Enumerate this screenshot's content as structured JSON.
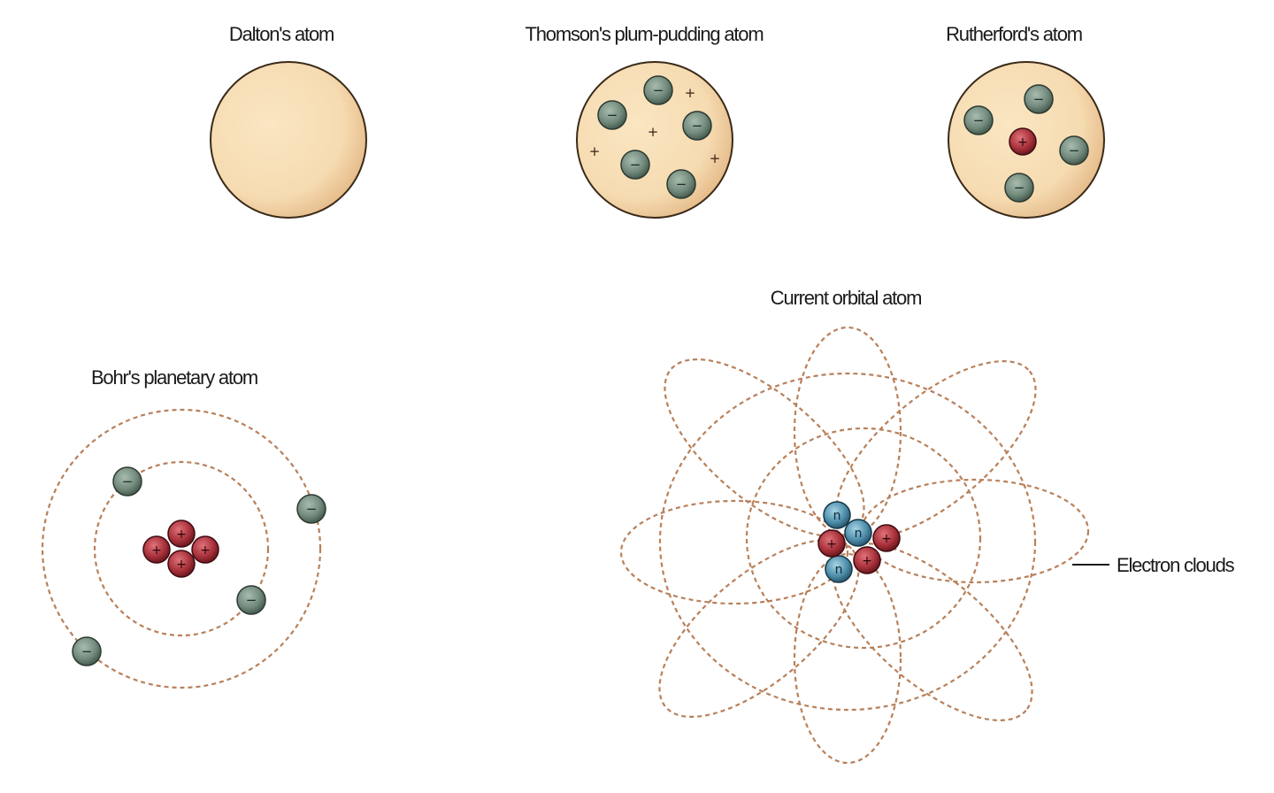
{
  "models": {
    "dalton": {
      "label": "Dalton's atom"
    },
    "thomson": {
      "label": "Thomson's plum-pudding atom"
    },
    "rutherford": {
      "label": "Rutherford's atom"
    },
    "bohr": {
      "label": "Bohr's planetary atom"
    },
    "orbital": {
      "label": "Current orbital atom",
      "callout": "Electron clouds"
    }
  },
  "symbols": {
    "electron": "−",
    "proton": "+",
    "neutron": "n",
    "positive_charge": "+"
  },
  "colors": {
    "sphere_fill": "#f7dfb6",
    "sphere_shade": "#e8c08e",
    "sphere_outline": "#3a2a18",
    "electron": "#6e8577",
    "proton": "#a8313b",
    "neutron": "#4e8eaa",
    "orbit_line": "#b8805a"
  }
}
